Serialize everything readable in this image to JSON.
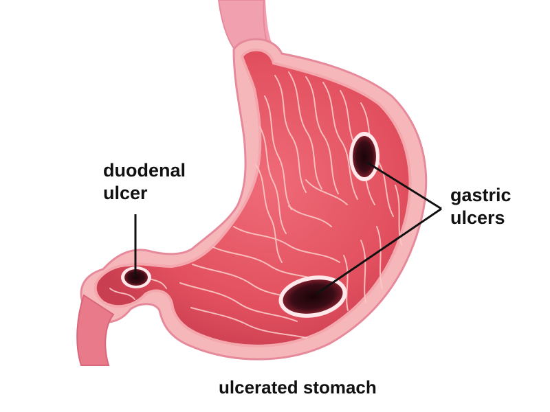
{
  "labels": {
    "duodenal_line1": "duodenal",
    "duodenal_line2": "ulcer",
    "gastric_line1": "gastric",
    "gastric_line2": "ulcers",
    "caption": "ulcerated stomach"
  },
  "colors": {
    "background": "#ffffff",
    "esophagus": "#f3a1b2",
    "outer_wall": "#f6b7ba",
    "inner_wall": "#e8596a",
    "folds": "#f9c9c6",
    "ulcer": "#2a0a10",
    "ulcer_rim": "#ffe7ea",
    "leader_line": "#111111"
  },
  "icons": {
    "stomach": "stomach-illustration",
    "ulcer": "ulcer-lesion"
  }
}
